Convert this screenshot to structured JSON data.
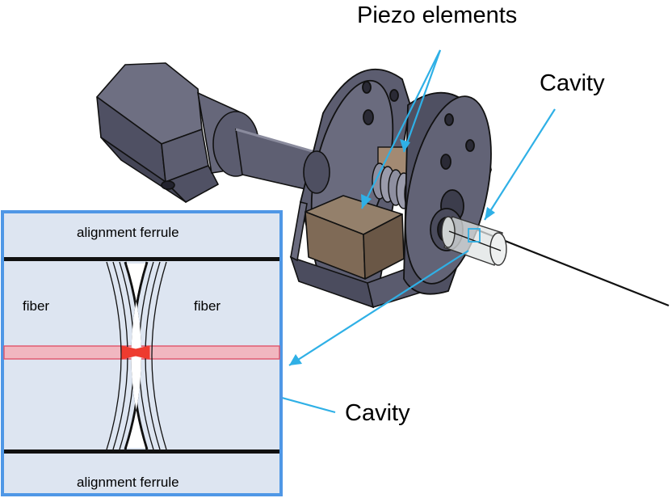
{
  "labels": {
    "piezo": "Piezo elements",
    "cavity_top": "Cavity",
    "cavity_inset": "Cavity",
    "ferrule_top": "alignment ferrule",
    "ferrule_bottom": "alignment ferrule",
    "fiber_left": "fiber",
    "fiber_right": "fiber"
  },
  "colors": {
    "callout": "#2fb0e6",
    "inset_border": "#4f97e6",
    "inset_fill": "#dde5f1",
    "metal": "#5a5b6e",
    "metal_dark": "#3c3d4c",
    "metal_light": "#7b7c8f",
    "piezo_block": "#7f6a56",
    "beam": "#e0546a",
    "cavity_mode": "#ee3b2f"
  }
}
